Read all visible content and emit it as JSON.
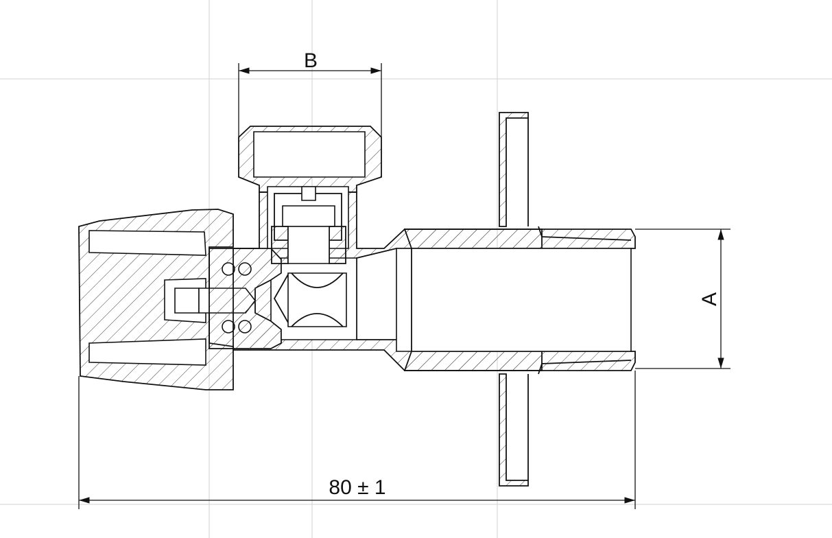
{
  "dimensions": {
    "overall_length": "80 ± 1",
    "thread_size_label": "A",
    "nut_width_label": "B"
  }
}
